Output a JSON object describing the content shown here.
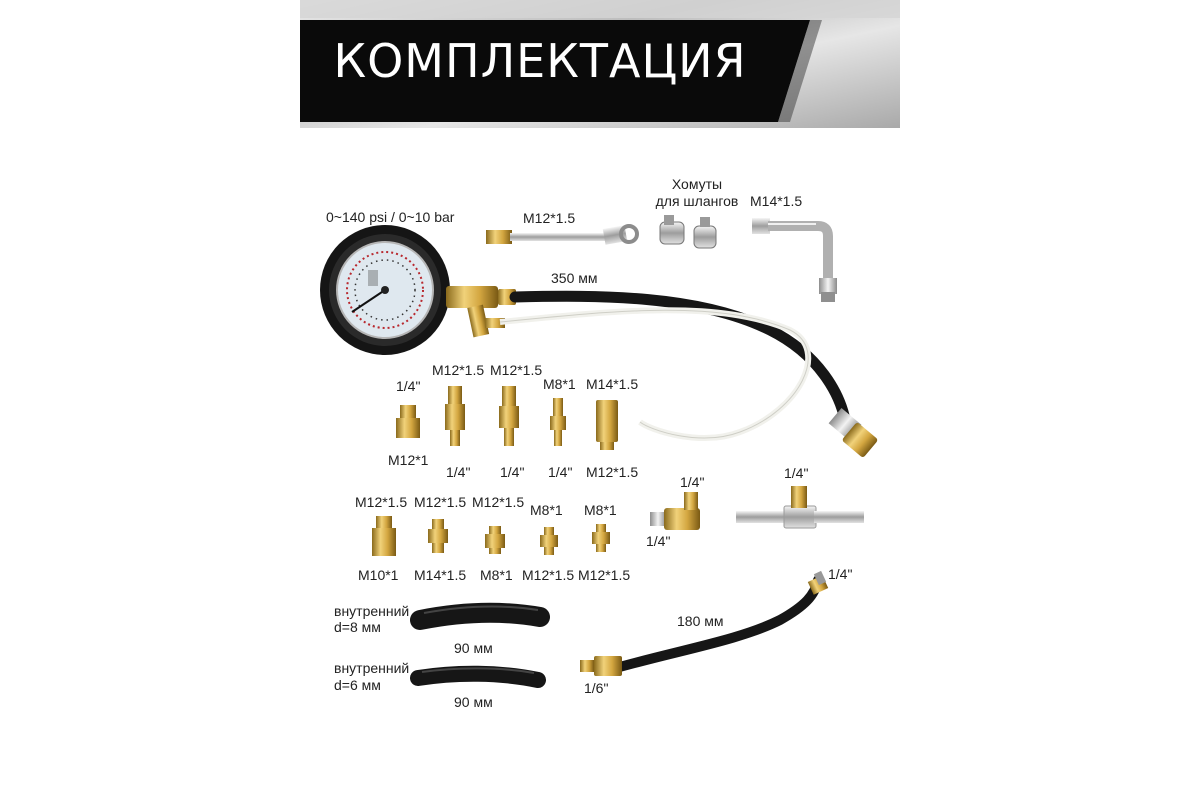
{
  "banner": {
    "title": "КОМПЛЕКТАЦИЯ"
  },
  "gauge": {
    "range_label": "0~140 psi / 0~10 bar",
    "hose_length": "350 мм"
  },
  "top_parts": {
    "straight_adapter": "M12*1.5",
    "clamps_line1": "Хомуты",
    "clamps_line2": "для шлангов",
    "elbow_adapter": "M14*1.5"
  },
  "row1": [
    {
      "top": "1/4\"",
      "bottom": "M12*1"
    },
    {
      "top": "M12*1.5",
      "bottom": "1/4\""
    },
    {
      "top": "M12*1.5",
      "bottom": "1/4\""
    },
    {
      "top": "M8*1",
      "bottom": "1/4\""
    },
    {
      "top": "M14*1.5",
      "bottom": "M12*1.5"
    }
  ],
  "row2": [
    {
      "top": "M12*1.5",
      "bottom": "M10*1"
    },
    {
      "top": "M12*1.5",
      "bottom": "M14*1.5"
    },
    {
      "top": "M12*1.5",
      "bottom": "M8*1"
    },
    {
      "top": "M8*1",
      "bottom": "M12*1.5"
    },
    {
      "top": "M8*1",
      "bottom": "M12*1.5"
    }
  ],
  "tee_fittings": {
    "small_top": "1/4\"",
    "small_bottom": "1/4\"",
    "tee_top": "1/4\""
  },
  "hoses": [
    {
      "line1": "внутренний",
      "line2": "d=8 мм",
      "length": "90 мм"
    },
    {
      "line1": "внутренний",
      "line2": "d=6 мм",
      "length": "90 мм"
    }
  ],
  "long_hose": {
    "length": "180 мм",
    "top_end": "1/4\"",
    "bottom_end": "1/6\""
  },
  "colors": {
    "banner_black": "#0a0a0a",
    "banner_silver": "#c9c9c9",
    "brass": "#d8b04a",
    "hose_black": "#1a1a1a"
  }
}
